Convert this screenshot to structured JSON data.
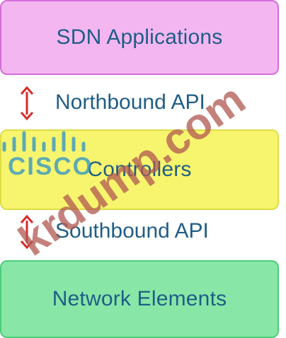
{
  "layers": {
    "applications": "SDN Applications",
    "controllers": "Controllers",
    "network_elements": "Network Elements"
  },
  "apis": {
    "northbound": "Northbound API",
    "southbound": "Southbound API"
  },
  "logo": {
    "word": "CISCO"
  },
  "watermark": {
    "text": "krdump.com"
  },
  "colors": {
    "applications_fill": "#f3b6f1",
    "controllers_fill": "#f7f56d",
    "network_fill": "#88e7a7",
    "text": "#1f5d86",
    "arrow": "#d92a2a",
    "watermark": "#b15a51",
    "cisco_logo": "#3395c7"
  },
  "icons": {
    "api_arrow": "double-headed-vertical-arrow-icon",
    "logo": "cisco-logo-icon"
  }
}
